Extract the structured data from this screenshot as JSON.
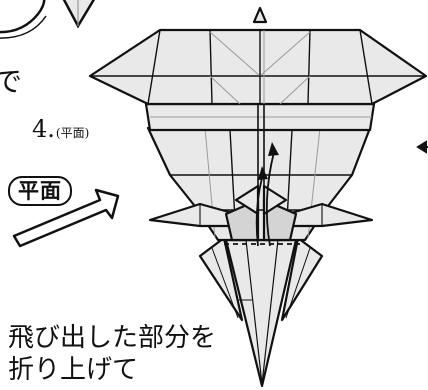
{
  "figure": {
    "cut_text": "で",
    "step_number": "4.",
    "step_note": "(平面)",
    "badge_label": "平面",
    "instruction_lines": [
      "飛び出した部分を",
      "折り上げて"
    ]
  },
  "colors": {
    "ink": "#111111",
    "paper": "#e9e9e9",
    "paper_shade": "#d4d4d4",
    "crease": "#9a9a9a",
    "background": "#ffffff"
  },
  "icons": {
    "view_pointer": "flat-view-pointer-arrow-icon",
    "fold_arrow": "fold-up-arrow-icon"
  }
}
